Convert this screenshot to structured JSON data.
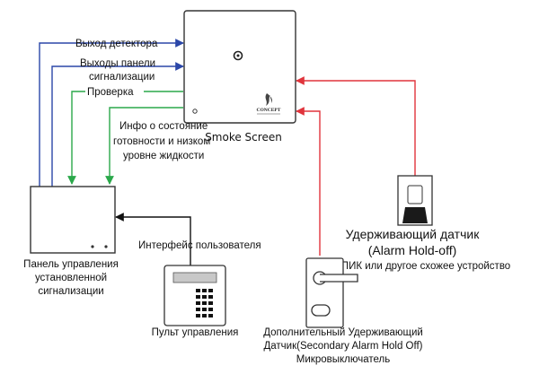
{
  "colors": {
    "blue": "#2b47a8",
    "green": "#2aa84a",
    "red": "#e0343c",
    "outline": "#333333"
  },
  "smoke_screen": {
    "title": "Smoke Screen",
    "brand": "CONCEPT"
  },
  "signals": {
    "detector_output": "Выход детектора",
    "panel_outputs_line1": "Выходы панели",
    "panel_outputs_line2": "сигнализации",
    "check": "Проверка",
    "info_line1": "Инфо о состояние",
    "info_line2": "готовности и низком",
    "info_line3": "уровне жидкости",
    "user_interface": "Интерфейс пользователя"
  },
  "alarm_panel": {
    "label_line1": "Панель управления",
    "label_line2": "установленной",
    "label_line3": "сигнализации"
  },
  "keypad": {
    "label": "Пульт управления"
  },
  "holdoff_sensor": {
    "label_line1": "Удерживающий датчик",
    "label_line2": "(Alarm Hold-off)",
    "label_line3": "ПИК или другое схожее устройство"
  },
  "secondary_holdoff": {
    "label_line1": "Дополнительный Удерживающий",
    "label_line2": "Датчик(Secondary Alarm Hold Off)",
    "label_line3": "Микровыключатель"
  }
}
